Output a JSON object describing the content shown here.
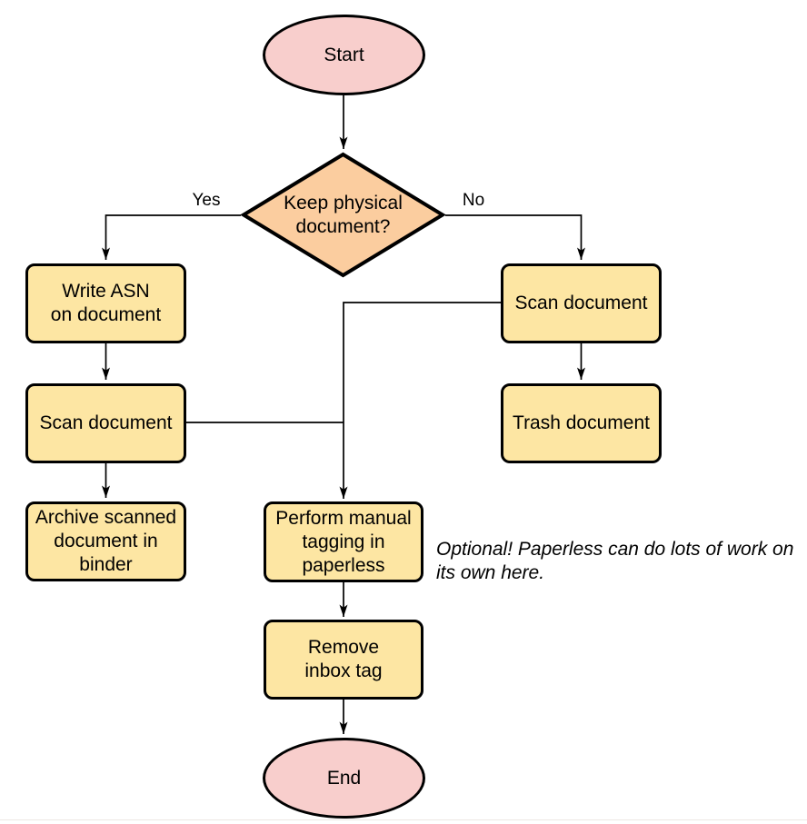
{
  "colors": {
    "terminal_fill": "#F8CECC",
    "decision_fill": "#FBCD9F",
    "process_fill": "#FDE6A3",
    "stroke": "#000000"
  },
  "nodes": {
    "start": {
      "label": "Start"
    },
    "decision": {
      "label": "Keep physical\ndocument?"
    },
    "write_asn": {
      "label": "Write ASN\non document"
    },
    "scan_left": {
      "label": "Scan document"
    },
    "archive": {
      "label": "Archive scanned\ndocument in\nbinder"
    },
    "scan_right": {
      "label": "Scan document"
    },
    "trash": {
      "label": "Trash document"
    },
    "tagging": {
      "label": "Perform manual\ntagging in\npaperless"
    },
    "remove_inbox": {
      "label": "Remove\ninbox tag"
    },
    "end": {
      "label": "End"
    }
  },
  "edge_labels": {
    "yes": "Yes",
    "no": "No"
  },
  "annotation": {
    "text": "Optional! Paperless can do lots of work on\nits own here."
  }
}
